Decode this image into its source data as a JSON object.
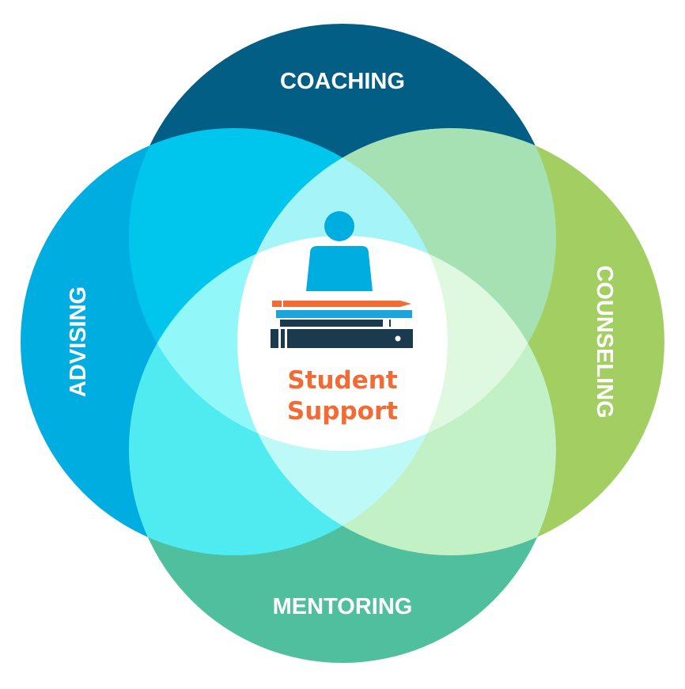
{
  "diagram": {
    "circles": [
      {
        "id": "coaching",
        "label": "COACHING",
        "color": "#025E84"
      },
      {
        "id": "counseling",
        "label": "COUNSELING",
        "color": "#A3CF62"
      },
      {
        "id": "mentoring",
        "label": "MENTORING",
        "color": "#50BF9E"
      },
      {
        "id": "advising",
        "label": "ADVISING",
        "color": "#00ADE0"
      }
    ],
    "overlap_colors": {
      "coaching_advising": "#00C6EE",
      "coaching_counseling": "#A6E1B4",
      "advising_mentoring": "#50EBF1",
      "counseling_mentoring": "#C3F1C6",
      "top_center": "#A5F4F7",
      "left_center": "#92F7F8",
      "right_center": "#DEF9E0",
      "bottom_center": "#BDFAF7"
    },
    "center": {
      "line1": "Student",
      "line2": "Support",
      "text_color": "#F26B35",
      "background": "#ffffff"
    },
    "icon": {
      "name": "student-at-desk-icon",
      "person_color": "#00ADE0",
      "pencil_color": "#F26B35",
      "book_light_color": "#1AA6DB",
      "book_dark_color": "#1B3A4D"
    },
    "label_color": "#ffffff"
  }
}
